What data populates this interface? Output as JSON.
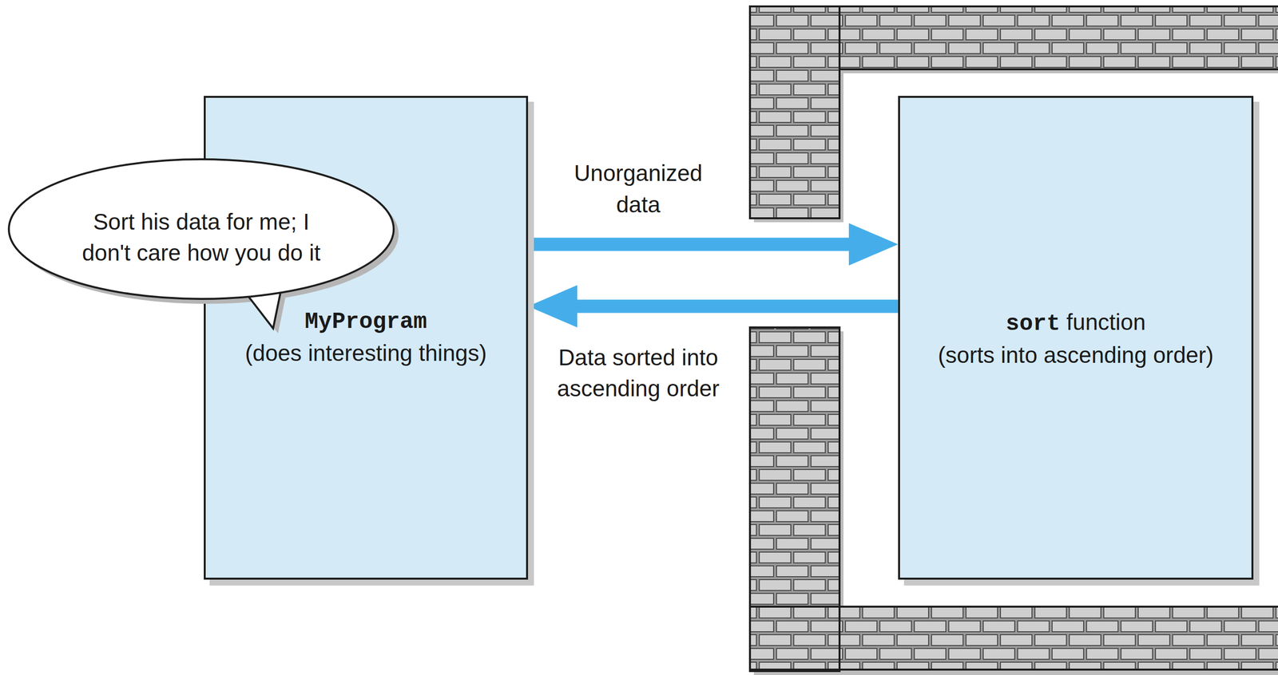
{
  "diagram": {
    "nodes": [
      {
        "text": [
          "Sort his data for me; I don't care how you do it"
        ]
      },
      {
        "text": [
          "MyProgram",
          "(does interesting things)"
        ]
      },
      {
        "text": [
          "sort function",
          "(sorts into ascending order)"
        ]
      }
    ],
    "edges": [
      {
        "from": 1,
        "to": 2,
        "label": "Unorganized data",
        "arrow": "to"
      },
      {
        "from": 2,
        "to": 1,
        "label": "Data sorted into ascending order",
        "arrow": "to"
      }
    ]
  }
}
